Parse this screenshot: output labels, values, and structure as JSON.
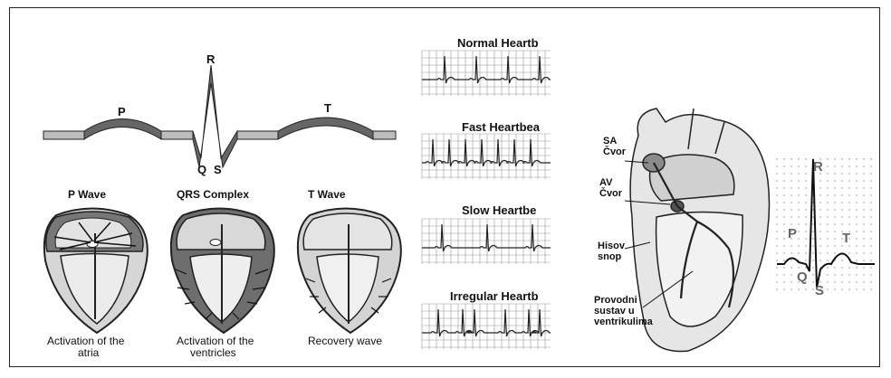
{
  "ecg": {
    "labels": {
      "p": "P",
      "r": "R",
      "q": "Q",
      "s": "S",
      "t": "T"
    }
  },
  "waves": [
    {
      "title": "P Wave",
      "caption_line1": "Activation of the",
      "caption_line2": "atria"
    },
    {
      "title": "QRS Complex",
      "caption_line1": "Activation of the",
      "caption_line2": "ventricles"
    },
    {
      "title": "T Wave",
      "caption_line1": "Recovery wave",
      "caption_line2": ""
    }
  ],
  "rhythm_strips": [
    {
      "title": "Normal Heartb"
    },
    {
      "title": "Fast Heartbea"
    },
    {
      "title": "Slow Heartbe"
    },
    {
      "title": "Irregular Heartb"
    }
  ],
  "conduction": {
    "sa_node": [
      "SA",
      "Čvor"
    ],
    "av_node": [
      "AV",
      "Čvor"
    ],
    "his_bundle": [
      "Hisov",
      "snop"
    ],
    "ventricular": [
      "Provodni",
      "sustav u",
      "ventrikulima"
    ],
    "ecg_labels": {
      "r": "R",
      "p": "P",
      "t": "T",
      "q": "Q",
      "s": "S"
    }
  },
  "colors": {
    "ink": "#111111",
    "wave_band": "#555555",
    "grid": "#9a9a9a",
    "tissue": "#cfcfcf",
    "muscle": "#777777"
  }
}
